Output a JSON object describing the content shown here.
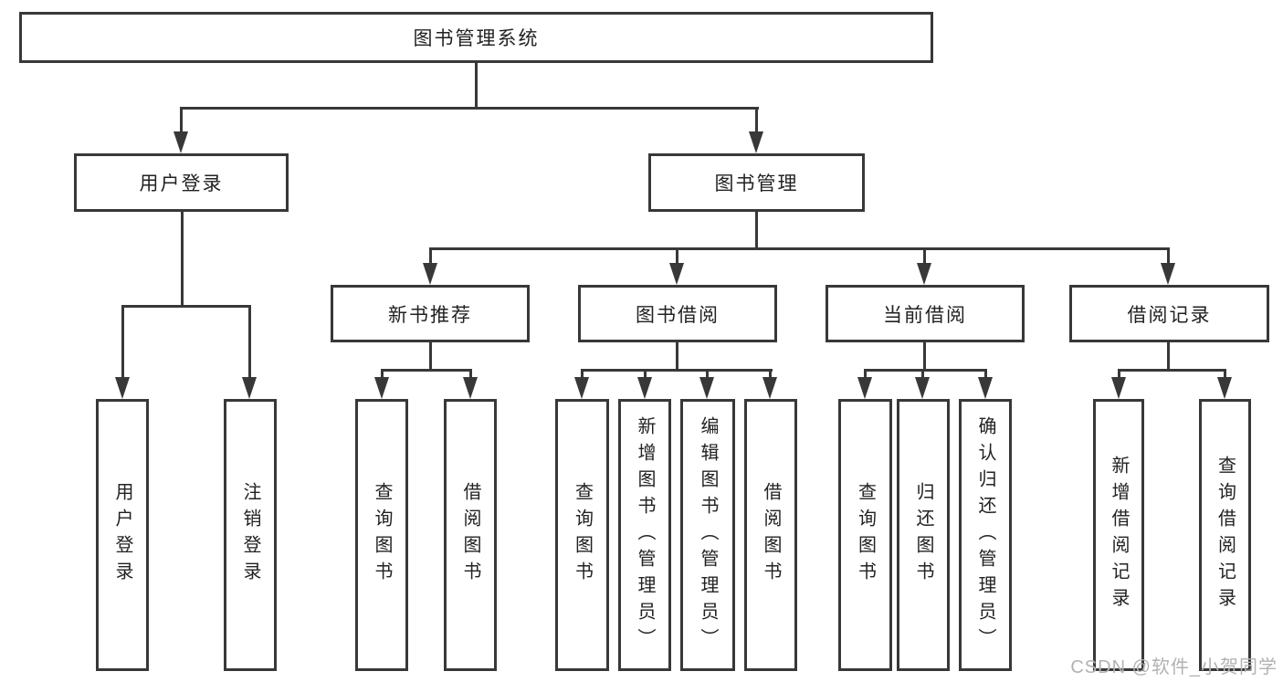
{
  "diagram": {
    "type": "hierarchy-tree",
    "tree": {
      "root": {
        "label": "图书管理系统",
        "children": [
          {
            "label": "用户登录",
            "children": [
              {
                "label": "用户登录"
              },
              {
                "label": "注销登录"
              }
            ]
          },
          {
            "label": "图书管理",
            "children": [
              {
                "label": "新书推荐",
                "children": [
                  {
                    "label": "查询图书"
                  },
                  {
                    "label": "借阅图书"
                  }
                ]
              },
              {
                "label": "图书借阅",
                "children": [
                  {
                    "label": "查询图书"
                  },
                  {
                    "label": "新增图书（管理员）"
                  },
                  {
                    "label": "编辑图书（管理员）"
                  },
                  {
                    "label": "借阅图书"
                  }
                ]
              },
              {
                "label": "当前借阅",
                "children": [
                  {
                    "label": "查询图书"
                  },
                  {
                    "label": "归还图书"
                  },
                  {
                    "label": "确认归还（管理员）"
                  }
                ]
              },
              {
                "label": "借阅记录",
                "children": [
                  {
                    "label": "新增借阅记录"
                  },
                  {
                    "label": "查询借阅记录"
                  }
                ]
              }
            ]
          }
        ]
      }
    },
    "colors": {
      "border": "#383838",
      "line": "#383838",
      "text": "#222222",
      "watermark": "#b2b2b2",
      "background": "#ffffff"
    }
  },
  "watermark": {
    "text": "CSDN @软件_小贺同学"
  }
}
